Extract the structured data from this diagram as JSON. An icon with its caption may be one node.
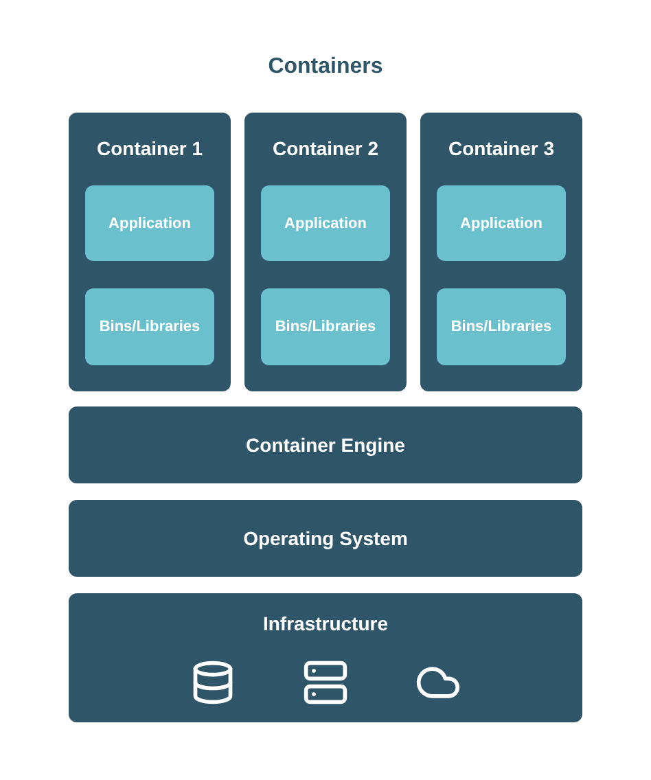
{
  "diagram": {
    "title": "Containers",
    "nodes": [
      {
        "text": [
          "Container 1"
        ]
      },
      {
        "text": [
          "Application"
        ],
        "in": 0
      },
      {
        "text": [
          "Bins/Libraries"
        ],
        "in": 0
      },
      {
        "text": [
          "Container 2"
        ]
      },
      {
        "text": [
          "Application"
        ],
        "in": 3
      },
      {
        "text": [
          "Bins/Libraries"
        ],
        "in": 3
      },
      {
        "text": [
          "Container 3"
        ]
      },
      {
        "text": [
          "Application"
        ],
        "in": 6
      },
      {
        "text": [
          "Bins/Libraries"
        ],
        "in": 6
      },
      {
        "text": [
          "Container Engine"
        ]
      },
      {
        "text": [
          "Operating System"
        ]
      },
      {
        "text": [
          "Infrastructure"
        ]
      }
    ]
  }
}
